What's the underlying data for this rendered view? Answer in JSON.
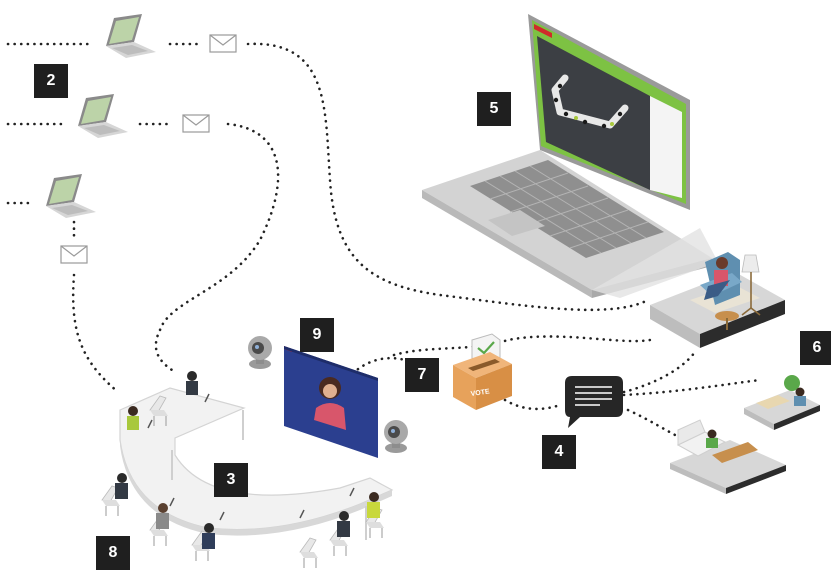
{
  "badges": [
    {
      "id": "2",
      "label": "2"
    },
    {
      "id": "3",
      "label": "3"
    },
    {
      "id": "4",
      "label": "4"
    },
    {
      "id": "5",
      "label": "5"
    },
    {
      "id": "6",
      "label": "6"
    },
    {
      "id": "7",
      "label": "7"
    },
    {
      "id": "8",
      "label": "8"
    },
    {
      "id": "9",
      "label": "9"
    }
  ],
  "ballot_box_label": "VOTE",
  "icons": [
    "laptop-icon",
    "envelope-icon",
    "webcam-icon",
    "ballot-box-icon",
    "chat-bubble-icon",
    "video-screen-icon",
    "conference-table-icon",
    "remote-participant-icon"
  ],
  "colors": {
    "badge": "#1f1f1f",
    "laptop_screen_accent": "#7dc243",
    "screen_blue": "#2b3f8f",
    "ballot_box": "#e7a25b",
    "dotted_line": "#222222",
    "table": "#f2f2f2",
    "platform": "#cfcfcf"
  }
}
